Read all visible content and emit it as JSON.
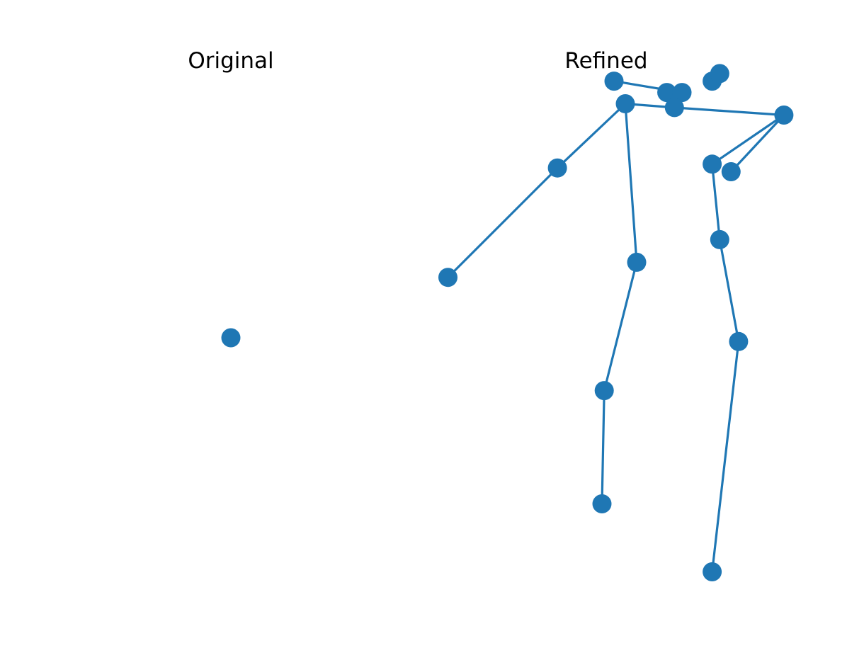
{
  "figure": {
    "panels": [
      {
        "title": "Original",
        "points": [
          [
            0,
            0
          ]
        ],
        "edges": []
      },
      {
        "title": "Refined",
        "points": [
          [
            -0.3,
            -3.4
          ],
          [
            0.4,
            -3.25
          ],
          [
            0.6,
            -3.25
          ],
          [
            1.0,
            -3.4
          ],
          [
            1.1,
            -3.5
          ],
          [
            -0.15,
            -3.1
          ],
          [
            0.5,
            -3.05
          ],
          [
            1.95,
            -2.95
          ],
          [
            -1.05,
            -2.25
          ],
          [
            1.25,
            -2.2
          ],
          [
            -2.5,
            -0.8
          ],
          [
            1.0,
            -2.3
          ],
          [
            0.0,
            -1.0
          ],
          [
            1.1,
            -1.3
          ],
          [
            -0.43,
            0.7
          ],
          [
            1.35,
            0.05
          ],
          [
            -0.46,
            2.2
          ],
          [
            1.0,
            3.1
          ]
        ],
        "edges": [
          [
            0,
            2
          ],
          [
            5,
            6
          ],
          [
            6,
            7
          ],
          [
            5,
            8
          ],
          [
            8,
            10
          ],
          [
            7,
            9
          ],
          [
            7,
            11
          ],
          [
            5,
            12
          ],
          [
            12,
            14
          ],
          [
            14,
            16
          ],
          [
            11,
            13
          ],
          [
            13,
            15
          ],
          [
            15,
            17
          ]
        ]
      }
    ],
    "style": {
      "marker_color": "#1f77b4",
      "line_color": "#1f77b4"
    }
  }
}
